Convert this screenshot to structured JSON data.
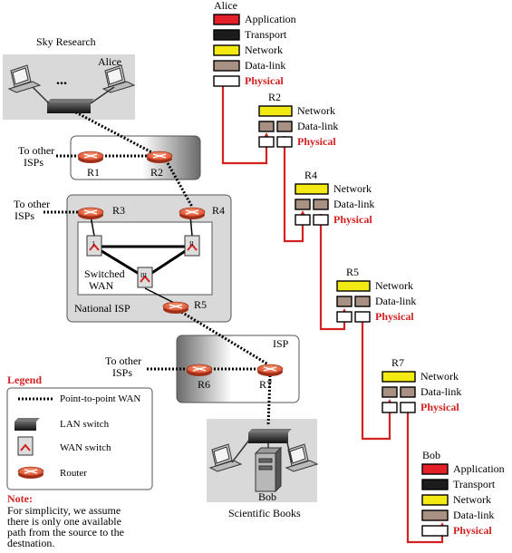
{
  "sky": {
    "title": "Sky Research",
    "alice": "Alice",
    "dots": "..."
  },
  "isp_top": {
    "to_other": [
      "To other",
      "ISPs"
    ],
    "r1": "R1",
    "r2": "R2"
  },
  "national": {
    "to_other": [
      "To other",
      "ISPs"
    ],
    "r3": "R3",
    "r4": "R4",
    "r5": "R5",
    "sw1": "I",
    "sw2": "II",
    "sw3": "III",
    "switched": [
      "Switched",
      "WAN"
    ],
    "title": "National ISP"
  },
  "isp_bottom": {
    "label": "ISP",
    "to_other": [
      "To other",
      "ISPs"
    ],
    "r6": "R6",
    "r7": "R7"
  },
  "books": {
    "bob": "Bob",
    "title": "Scientific Books"
  },
  "legend": {
    "title": "Legend",
    "p2p": "Point-to-point WAN",
    "lan": "LAN switch",
    "wan": "WAN switch",
    "router": "Router"
  },
  "note": {
    "title": "Note:",
    "lines": [
      "For simplicity, we assume",
      "there is only one available",
      "path from the source to the",
      "destnation."
    ]
  },
  "stacks": {
    "alice": {
      "name": "Alice",
      "layers": [
        "Application",
        "Transport",
        "Network",
        "Data-link",
        "Physical"
      ]
    },
    "r2": {
      "name": "R2",
      "layers": [
        "Network",
        "Data-link",
        "Physical"
      ]
    },
    "r4": {
      "name": "R4",
      "layers": [
        "Network",
        "Data-link",
        "Physical"
      ]
    },
    "r5": {
      "name": "R5",
      "layers": [
        "Network",
        "Data-link",
        "Physical"
      ]
    },
    "r7": {
      "name": "R7",
      "layers": [
        "Network",
        "Data-link",
        "Physical"
      ]
    },
    "bob": {
      "name": "Bob",
      "layers": [
        "Application",
        "Transport",
        "Network",
        "Data-link",
        "Physical"
      ]
    }
  },
  "colors": {
    "application": "#e3202a",
    "transport": "#1c1c1c",
    "network": "#f2ea12",
    "datalink": "#a89082",
    "path": "#d42020",
    "router": "#e8603c"
  }
}
